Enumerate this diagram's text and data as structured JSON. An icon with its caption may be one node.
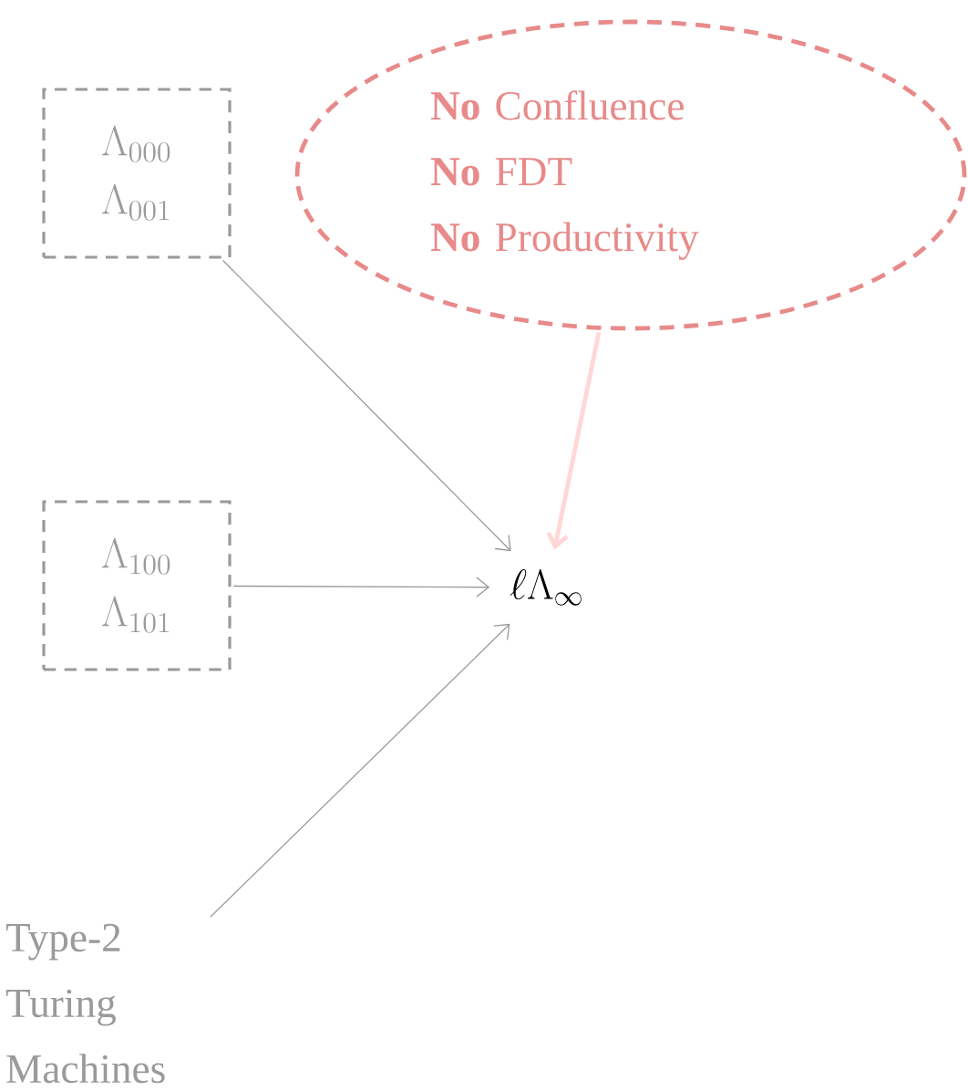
{
  "diagram": {
    "nodes": [
      {
        "text": [
          "\\Lambda_{000}",
          "\\Lambda_{001}"
        ]
      },
      {
        "text": [
          "\\Lambda_{100}",
          "\\Lambda_{101}"
        ]
      },
      {
        "text": [
          "Type-2 Turing Machines"
        ]
      },
      {
        "text": [
          "**No** Confluence",
          "**No** FDT",
          "**No** Productivity"
        ]
      },
      {
        "text": [
          "\\ell\\Lambda_\\infty"
        ]
      }
    ],
    "edges": [
      {
        "from": 0,
        "to": 4,
        "arrow": "to"
      },
      {
        "from": 1,
        "to": 4,
        "arrow": "to"
      },
      {
        "from": 2,
        "to": 4,
        "arrow": "to"
      },
      {
        "from": 3,
        "to": 4,
        "arrow": "to",
        "style": "thick",
        "color": "#ffd7d7"
      }
    ]
  }
}
